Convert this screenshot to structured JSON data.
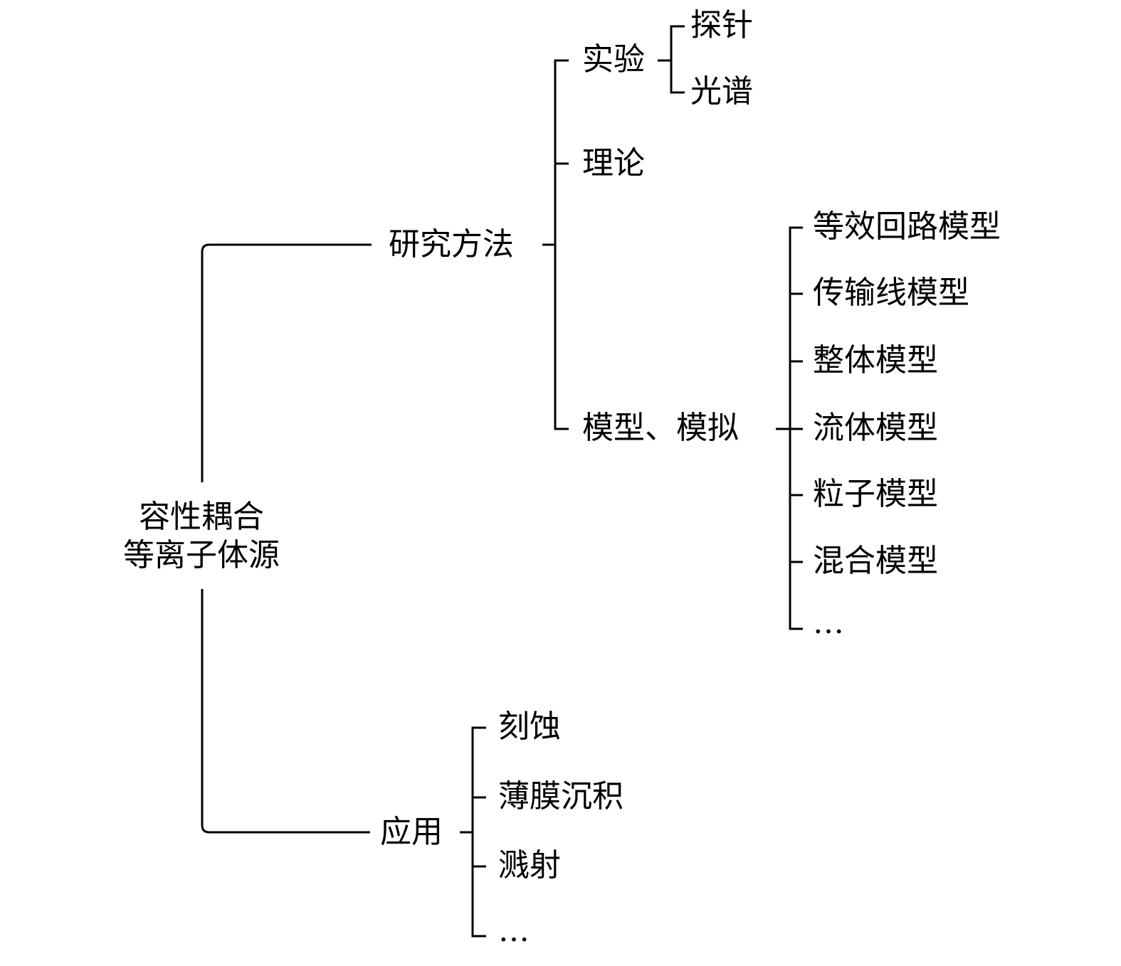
{
  "diagram": {
    "root": {
      "line1": "容性耦合",
      "line2": "等离子体源"
    },
    "branches": {
      "methods": {
        "label": "研究方法",
        "children": {
          "experiment": {
            "label": "实验",
            "children": [
              "探针",
              "光谱"
            ]
          },
          "theory": {
            "label": "理论"
          },
          "modeling": {
            "label": "模型、模拟",
            "children": [
              "等效回路模型",
              "传输线模型",
              "整体模型",
              "流体模型",
              "粒子模型",
              "混合模型",
              "…"
            ]
          }
        }
      },
      "applications": {
        "label": "应用",
        "children": [
          "刻蚀",
          "薄膜沉积",
          "溅射",
          "…"
        ]
      }
    }
  }
}
